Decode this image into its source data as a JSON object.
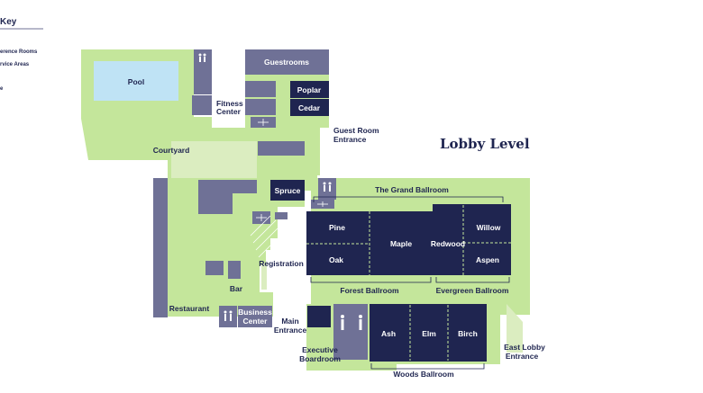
{
  "map_title": "Lobby Level",
  "key": {
    "title": "Key",
    "items": [
      "erence Rooms",
      "rvice Areas",
      "e"
    ]
  },
  "colors": {
    "background": "#ffffff",
    "lawn": "#c4e69b",
    "light_lawn": "#dbedc0",
    "service": "#6f7196",
    "meeting_room": "#1f2550",
    "pool": "#bfe3f5",
    "text": "#1f2550"
  },
  "icons": [
    "restroom-icon",
    "elevator-icon"
  ],
  "labels": {
    "pool": "Pool",
    "guestrooms": "Guestrooms",
    "fitness_center": [
      "Fitness",
      "Center"
    ],
    "poplar": "Poplar",
    "cedar": "Cedar",
    "guest_room_entrance": [
      "Guest Room",
      "Entrance"
    ],
    "courtyard": "Courtyard",
    "spruce": "Spruce",
    "grand_ballroom": "The Grand Ballroom",
    "pine": "Pine",
    "maple": "Maple",
    "redwood": "Redwood",
    "willow": "Willow",
    "oak": "Oak",
    "aspen": "Aspen",
    "registration": "Registration",
    "bar": "Bar",
    "forest_ballroom": "Forest Ballroom",
    "evergreen_ballroom": "Evergreen Ballroom",
    "restaurant": "Restaurant",
    "business_center": [
      "Business",
      "Center"
    ],
    "main_entrance": [
      "Main",
      "Entrance"
    ],
    "ash": "Ash",
    "elm": "Elm",
    "birch": "Birch",
    "executive_boardroom": [
      "Executive",
      "Boardroom"
    ],
    "east_lobby_entrance": [
      "East Lobby",
      "Entrance"
    ],
    "woods_ballroom": "Woods Ballroom"
  }
}
